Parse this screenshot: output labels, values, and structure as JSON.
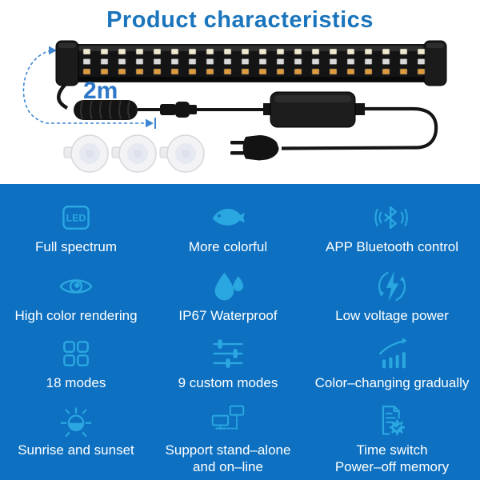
{
  "title": "Product characteristics",
  "colors": {
    "title_blue": "#1b75bc",
    "panel_blue": "#0d70c0",
    "icon_blue": "#2aa7e0",
    "label_white": "#ffffff",
    "arrow_blue": "#3f86d2",
    "led_warm_white": "#f2ead0",
    "led_white": "#d9d9d9",
    "led_orange": "#dd9b40"
  },
  "product": {
    "cable_length_label": "2m",
    "parts": [
      "led-light-bar",
      "cable-coil",
      "inline-connector",
      "power-adapter",
      "power-plug",
      "suction-cups"
    ]
  },
  "features": [
    {
      "icon": "led-icon",
      "icon_text": "LED",
      "label": "Full spectrum"
    },
    {
      "icon": "fish-icon",
      "label": "More colorful"
    },
    {
      "icon": "bluetooth-icon",
      "label": "APP Bluetooth control"
    },
    {
      "icon": "eye-icon",
      "label": "High color rendering"
    },
    {
      "icon": "water-drop-icon",
      "label": "IP67 Waterproof"
    },
    {
      "icon": "lightning-circle-icon",
      "label": "Low voltage power"
    },
    {
      "icon": "grid-modes-icon",
      "label": "18 modes"
    },
    {
      "icon": "sliders-icon",
      "label": "9 custom modes"
    },
    {
      "icon": "bar-chart-arrow-icon",
      "label": "Color–changing gradually"
    },
    {
      "icon": "sun-icon",
      "label": "Sunrise and sunset"
    },
    {
      "icon": "monitors-network-icon",
      "label_line1": "Support stand–alone",
      "label_line2": "and on–line"
    },
    {
      "icon": "document-gear-icon",
      "label_line1": "Time switch",
      "label_line2": "Power–off memory"
    }
  ]
}
